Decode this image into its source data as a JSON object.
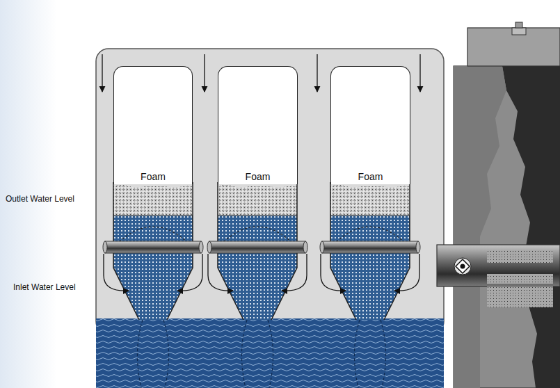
{
  "diagram": {
    "nodes": [
      {
        "text": [
          "Foam"
        ]
      },
      {
        "text": [
          "Foam"
        ]
      },
      {
        "text": [
          "Foam"
        ]
      }
    ],
    "labels": [
      "Outlet Water Level",
      "Inlet Water Level"
    ]
  }
}
